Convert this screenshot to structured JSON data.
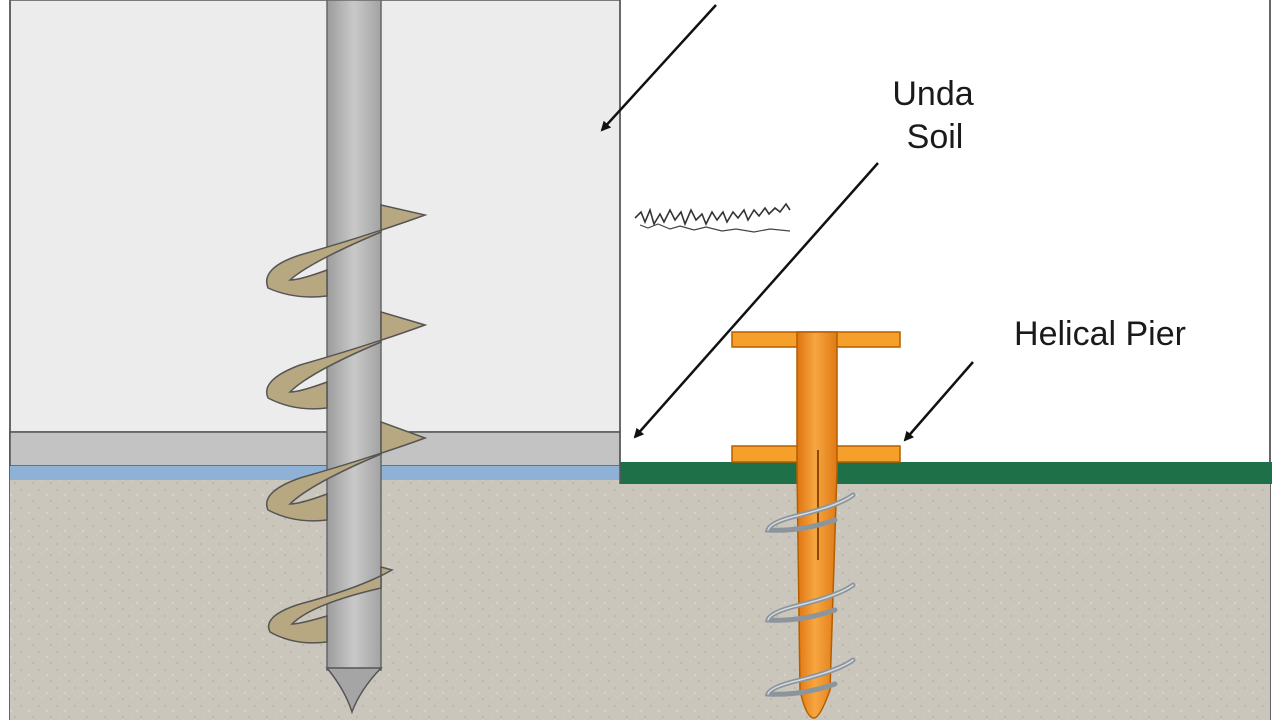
{
  "labels": {
    "top_line1": "Unda",
    "top_line2": "Soil",
    "pier": "Helical Pier"
  },
  "icons": {
    "scribble": "illegible-handwriting-mark",
    "arrow": "arrow-icon"
  },
  "colors": {
    "panel_fill": "#ececec",
    "soil_fill": "#cbc6bc",
    "ground_line_left": "#8fb1d6",
    "ground_line_right": "#1e7048",
    "beam_fill": "#c3c3c3",
    "auger_shaft": "#b8b8b8",
    "auger_flight": "#b7a882",
    "pier_shaft": "#f28c1e",
    "pier_plate": "#f5a02a",
    "helix_wire": "#9aa3ab"
  }
}
